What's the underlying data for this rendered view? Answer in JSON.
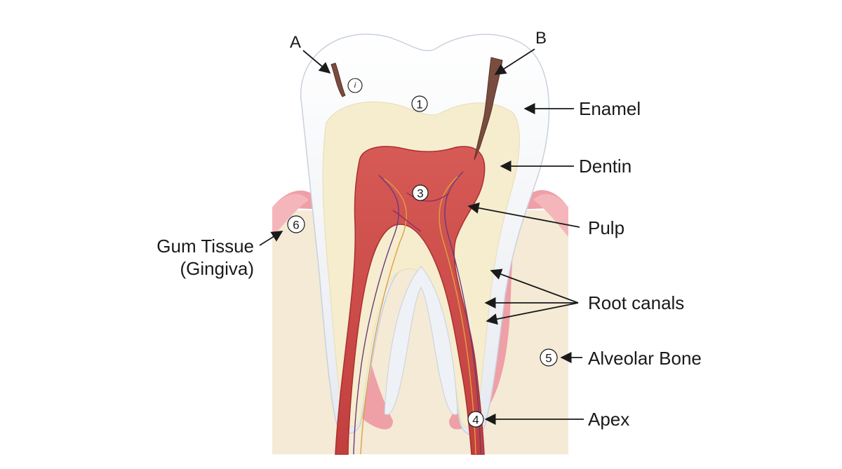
{
  "labels": {
    "letter_a": "A",
    "letter_b": "B",
    "enamel": "Enamel",
    "dentin": "Dentin",
    "pulp": "Pulp",
    "root_canals": "Root canals",
    "alveolar_bone": "Alveolar Bone",
    "apex": "Apex",
    "gum_tissue_line1": "Gum Tissue",
    "gum_tissue_line2": "(Gingiva)"
  },
  "markers": {
    "m1": "1",
    "m3": "3",
    "m4": "4",
    "m5": "5",
    "m6": "6",
    "m_small": "i"
  },
  "colors": {
    "bone": "#f4ead6",
    "gum": "#ef9fa6",
    "gum_light": "#f7c9cc",
    "enamel": "#eef1f5",
    "dentin": "#f6edcf",
    "pulp": "#cc4a49",
    "pulp_dark": "#a9302f",
    "decay": "#7a4b3f",
    "line": "#1a1a1a"
  }
}
